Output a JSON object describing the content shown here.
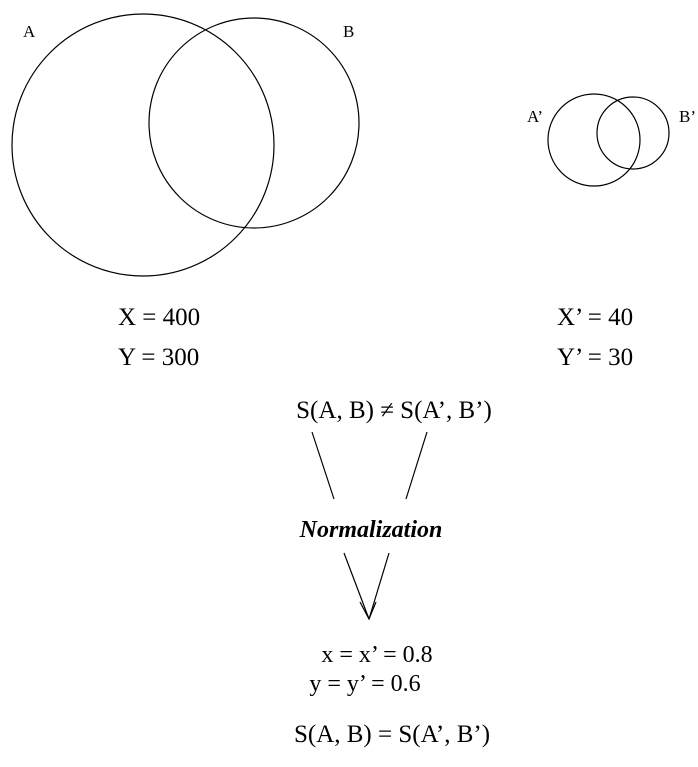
{
  "left_diagram": {
    "label_a": "A",
    "label_b": "B",
    "eq_x": "X = 400",
    "eq_y": "Y = 300"
  },
  "right_diagram": {
    "label_a": "A’",
    "label_b": "B’",
    "eq_x": "X’ = 40",
    "eq_y": "Y’ = 30"
  },
  "flow": {
    "inequality": "S(A, B) ≠ S(A’, B’)",
    "process": "Normalization",
    "norm_x": "x = x’ = 0.8",
    "norm_y": "y = y’ = 0.6",
    "equality": "S(A, B) = S(A’, B’)"
  }
}
